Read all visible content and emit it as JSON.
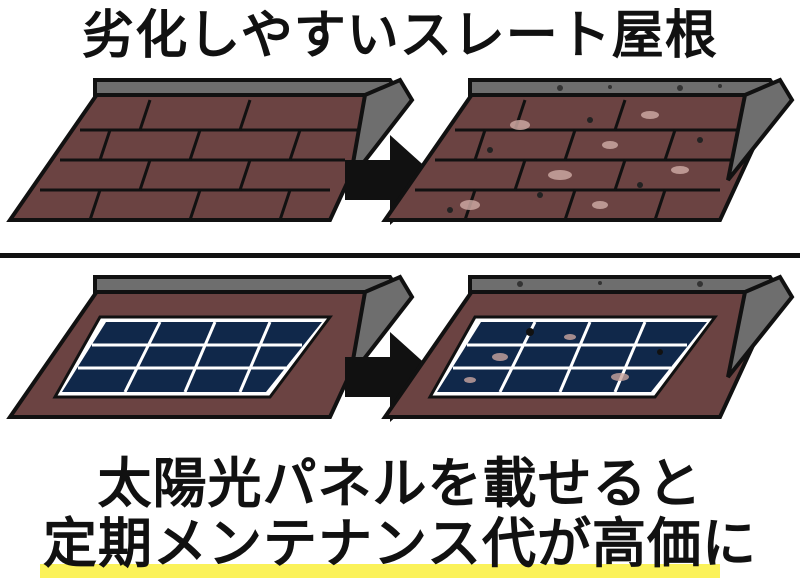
{
  "title_top": "劣化しやすいスレート屋根",
  "title_bottom_line1": "太陽光パネルを載せると",
  "title_bottom_line2": "定期メンテナンス代が高価に",
  "colors": {
    "roof_tile": "#6b4342",
    "roof_ridge": "#6e6e6e",
    "panel_cell": "#10284a",
    "panel_frame": "#ffffff",
    "outline": "#111111",
    "highlight": "#fbf25a",
    "stain": "#caa6a0"
  },
  "icons": [
    "arrow-right-icon"
  ]
}
